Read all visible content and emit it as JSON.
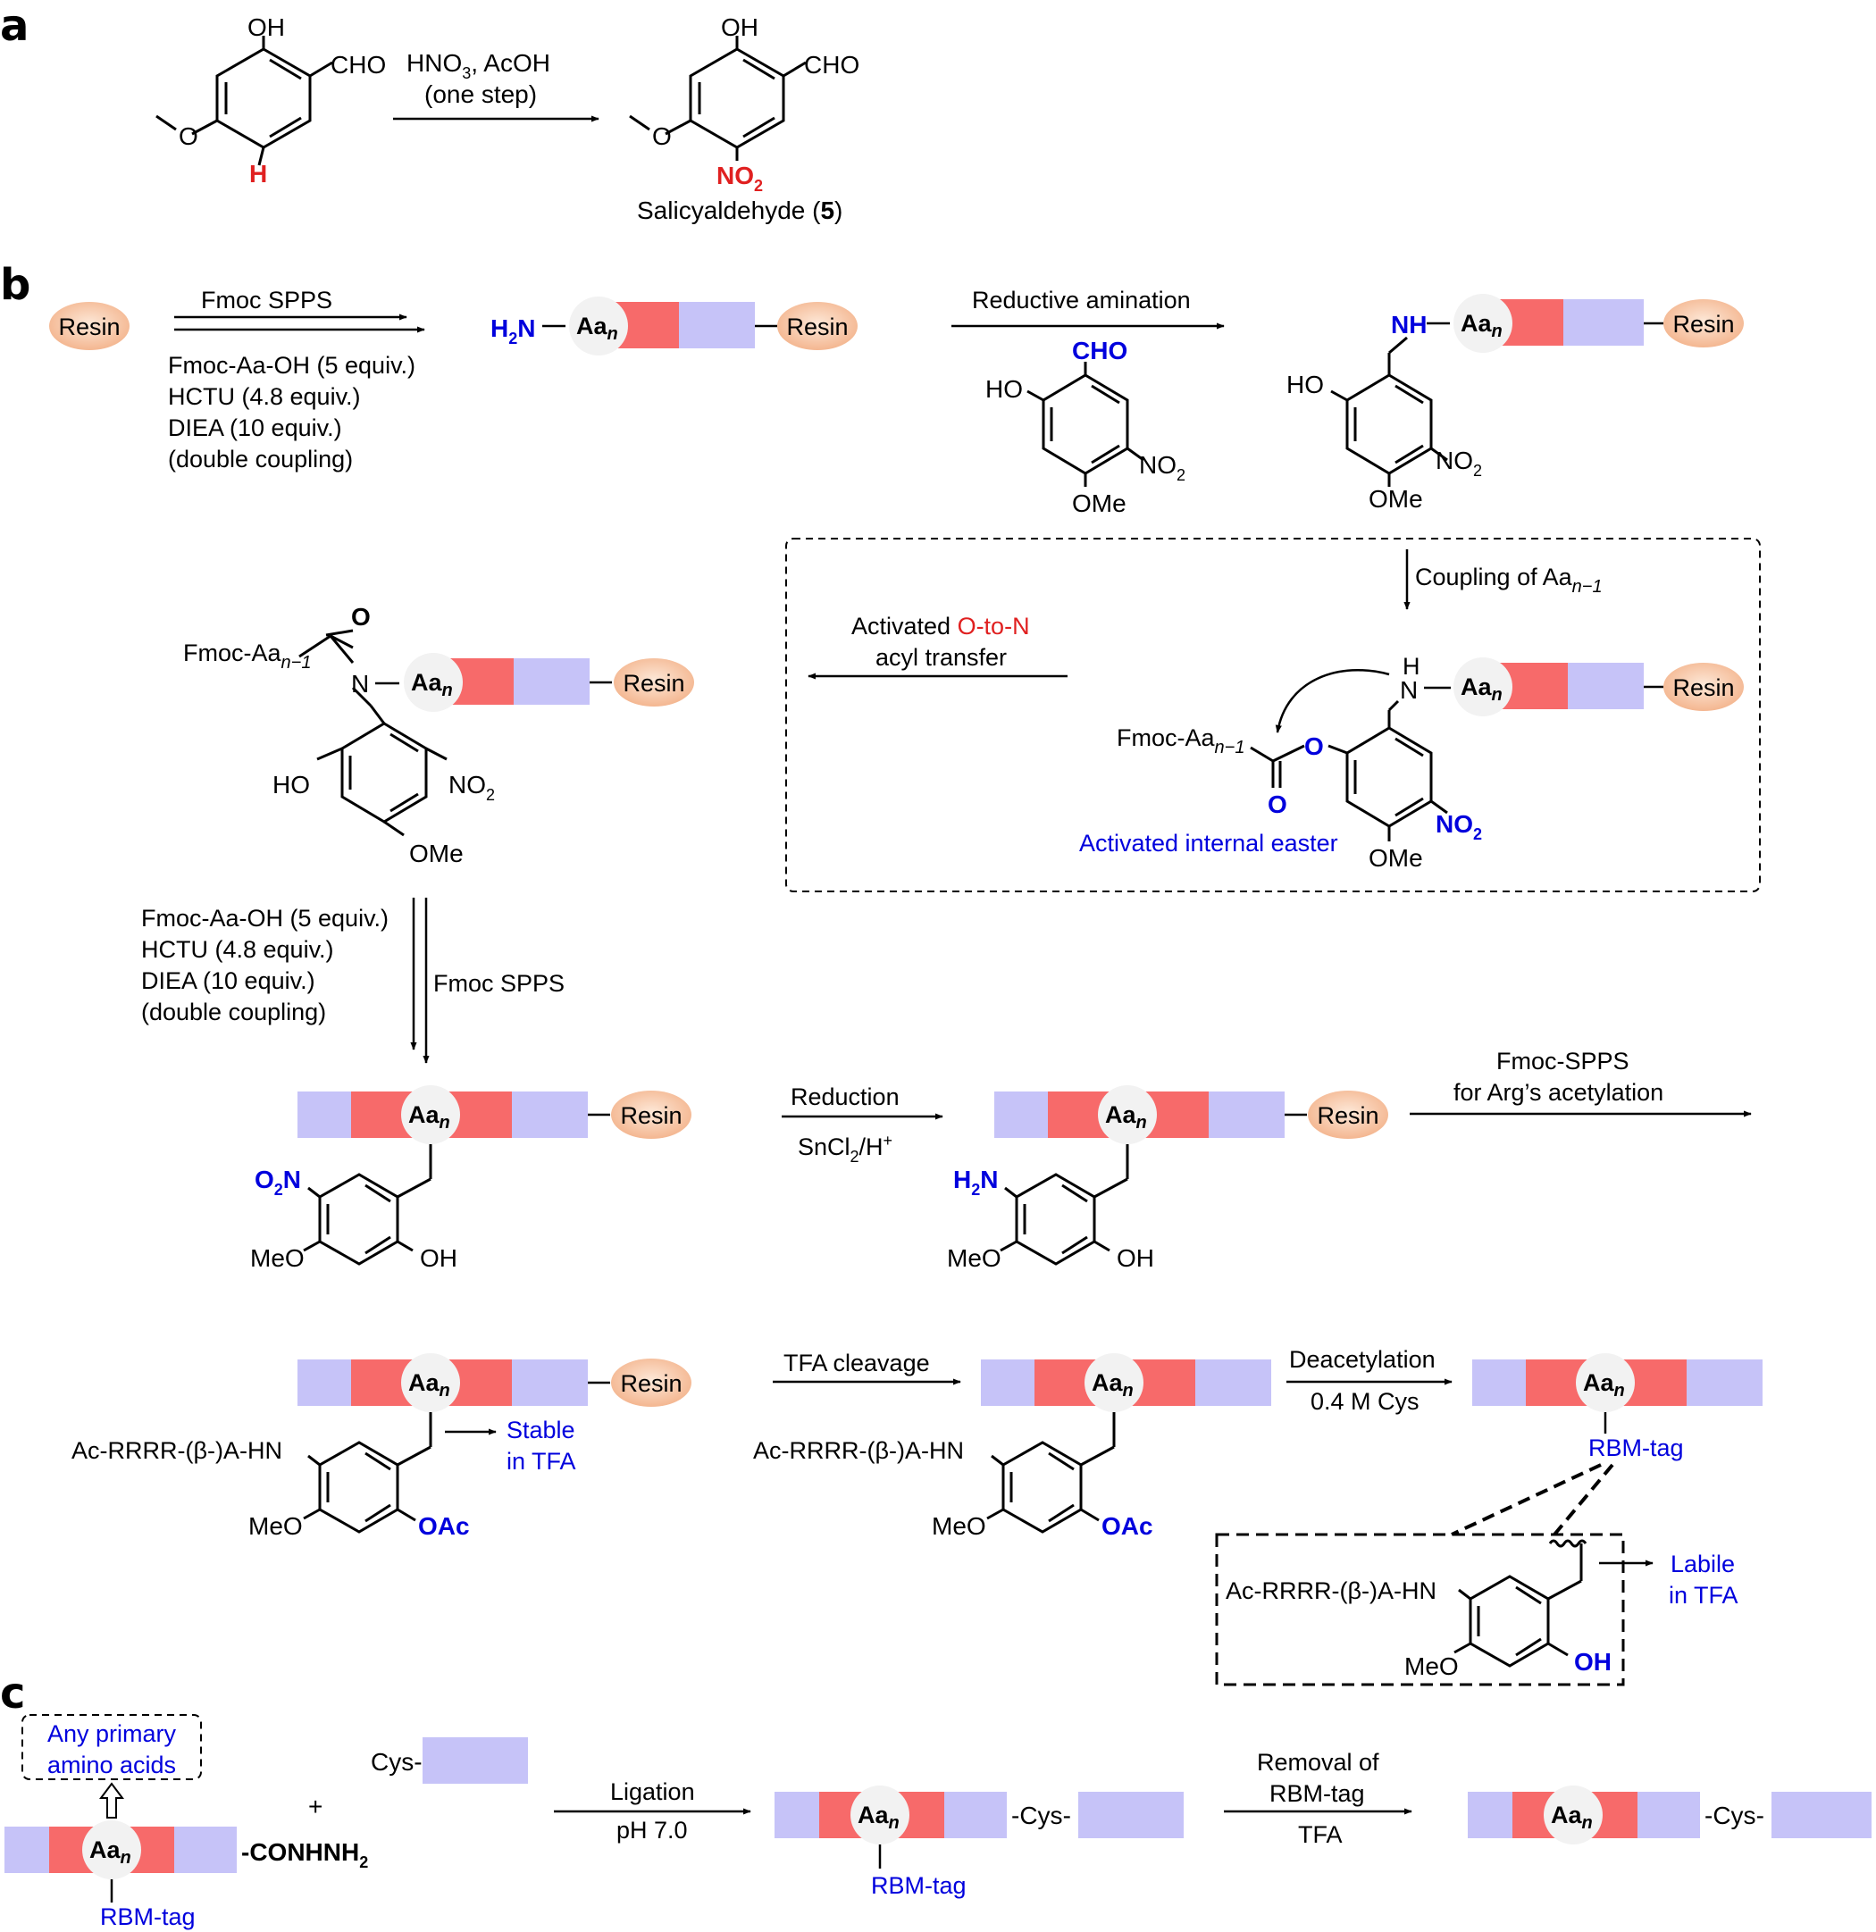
{
  "panel_labels": [
    "a",
    "b",
    "c"
  ],
  "colors": {
    "resin_fill": "#f7c6a3",
    "resin_edge": "#e8956a",
    "red_block": "#f76a6a",
    "lavender_block": "#c6c3f8",
    "aan_bead": "#f2f2f2",
    "blue_text": "#0000dd",
    "red_text": "#e02020"
  },
  "labels": {
    "oh": "OH",
    "cho": "CHO",
    "ho": "HO",
    "o": "O",
    "h": "H",
    "n": "N",
    "no2": "NO",
    "o2n": "O",
    "h2n": "H",
    "sub2": "2",
    "ome": "OMe",
    "meo": "MeO",
    "oac": "OAc",
    "resin": "Resin",
    "aa": "Aa",
    "n_italic": "n",
    "nh": "NH",
    "fmoc_aa_n1": "Fmoc-Aa",
    "n_minus_1": "n−1",
    "ac_rrrr": "Ac-RRRR-(β-)A-HN",
    "cys": "Cys",
    "conhnh2": "-CONHNH",
    "rbm_tag": "RBM-tag",
    "plus": "+"
  },
  "panel_a": {
    "reagent_line1": "HNO",
    "reagent_line1_sub": "3",
    "reagent_line1_end": ", AcOH",
    "reagent_line2": "(one step)",
    "product_label": "Salicyaldehyde (",
    "product_number": "5",
    "product_close": ")"
  },
  "panel_b": {
    "step1_above": "Fmoc SPPS",
    "step1_below": [
      "Fmoc-Aa-OH (5 equiv.)",
      "HCTU (4.8 equiv.)",
      "DIEA (10 equiv.)",
      "(double coupling)"
    ],
    "step2_above": "Reductive amination",
    "coupling_label": "Coupling of Aa",
    "activated_line1_pre": "Activated ",
    "activated_line1_red": "O-to-N",
    "activated_line2": "acyl transfer",
    "activated_ester_label": "Activated internal easter",
    "spps_reagents": [
      "Fmoc-Aa-OH (5 equiv.)",
      "HCTU (4.8 equiv.)",
      "DIEA (10 equiv.)",
      "(double coupling)"
    ],
    "spps_side": "Fmoc SPPS",
    "reduction_above": "Reduction",
    "reduction_below": "SnCl",
    "reduction_below_end": "/H",
    "reduction_sup": "+",
    "arg_line1": "Fmoc-SPPS",
    "arg_line2": "for Arg’s acetylation",
    "stable_line1": "Stable",
    "stable_line2": "in TFA",
    "tfa_cleavage": "TFA cleavage",
    "deacetylation": "Deacetylation",
    "cys_conc": "0.4 M Cys",
    "labile_line1": "Labile",
    "labile_line2": "in TFA"
  },
  "panel_c": {
    "any_primary_line1": "Any primary",
    "any_primary_line2": "amino acids",
    "ligation_above": "Ligation",
    "ligation_below": "pH 7.0",
    "removal_line1": "Removal of",
    "removal_line2": "RBM-tag",
    "removal_below": "TFA"
  }
}
